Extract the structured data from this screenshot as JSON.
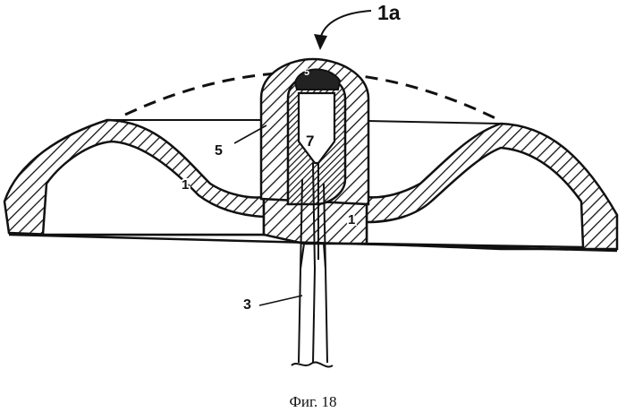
{
  "labels": {
    "assembly": "1a",
    "body_left": "1",
    "body_right": "1",
    "cap_part": "5",
    "insert": "7",
    "wire": "3",
    "top_marker": "5"
  },
  "caption": "Фиг. 18",
  "colors": {
    "ink": "#111111",
    "paper": "#ffffff"
  }
}
